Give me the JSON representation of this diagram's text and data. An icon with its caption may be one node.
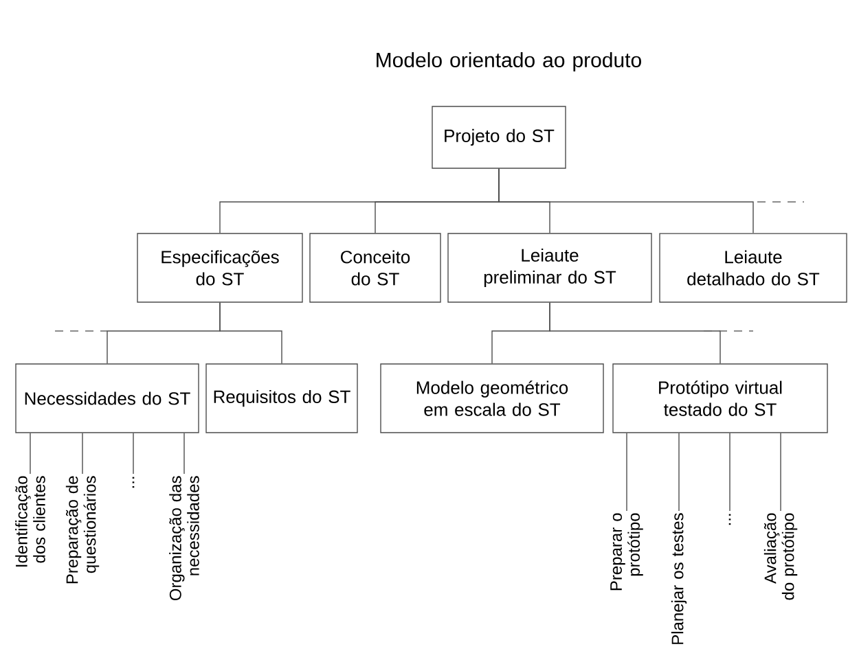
{
  "diagram": {
    "title": "Modelo orientado ao produto",
    "nodes": [
      {
        "text": [
          "Projeto do ST"
        ]
      },
      {
        "text": [
          "Especificações do ST"
        ]
      },
      {
        "text": [
          "Conceito do ST"
        ]
      },
      {
        "text": [
          "Leiaute preliminar do ST"
        ]
      },
      {
        "text": [
          "Leiaute detalhado do ST"
        ]
      },
      {
        "text": [
          "Necessidades do ST"
        ]
      },
      {
        "text": [
          "Requisitos do ST"
        ]
      },
      {
        "text": [
          "Modelo geométrico em escala do ST"
        ]
      },
      {
        "text": [
          "Protótipo virtual testado do ST"
        ]
      },
      {
        "text": [
          "Identificação dos clientes"
        ]
      },
      {
        "text": [
          "Preparação de questionários"
        ]
      },
      {
        "text": [
          "..."
        ]
      },
      {
        "text": [
          "Organização das necessidades"
        ]
      },
      {
        "text": [
          "Preparar o protótipo"
        ]
      },
      {
        "text": [
          "Planejar os testes"
        ]
      },
      {
        "text": [
          "..."
        ]
      },
      {
        "text": [
          "Avaliação do protótipo"
        ]
      }
    ],
    "edges": [
      {
        "from": 0,
        "to": 1,
        "arrow": "none"
      },
      {
        "from": 0,
        "to": 2,
        "arrow": "none"
      },
      {
        "from": 0,
        "to": 3,
        "arrow": "none"
      },
      {
        "from": 0,
        "to": 4,
        "arrow": "none"
      },
      {
        "from": 1,
        "to": 5,
        "arrow": "none"
      },
      {
        "from": 1,
        "to": 6,
        "arrow": "none"
      },
      {
        "from": 3,
        "to": 7,
        "arrow": "none"
      },
      {
        "from": 3,
        "to": 8,
        "arrow": "none"
      },
      {
        "from": 5,
        "to": 9,
        "arrow": "none"
      },
      {
        "from": 5,
        "to": 10,
        "arrow": "none"
      },
      {
        "from": 5,
        "to": 11,
        "arrow": "none"
      },
      {
        "from": 5,
        "to": 12,
        "arrow": "none"
      },
      {
        "from": 8,
        "to": 13,
        "arrow": "none"
      },
      {
        "from": 8,
        "to": 14,
        "arrow": "none"
      },
      {
        "from": 8,
        "to": 15,
        "arrow": "none"
      },
      {
        "from": 8,
        "to": 16,
        "arrow": "none"
      }
    ]
  }
}
